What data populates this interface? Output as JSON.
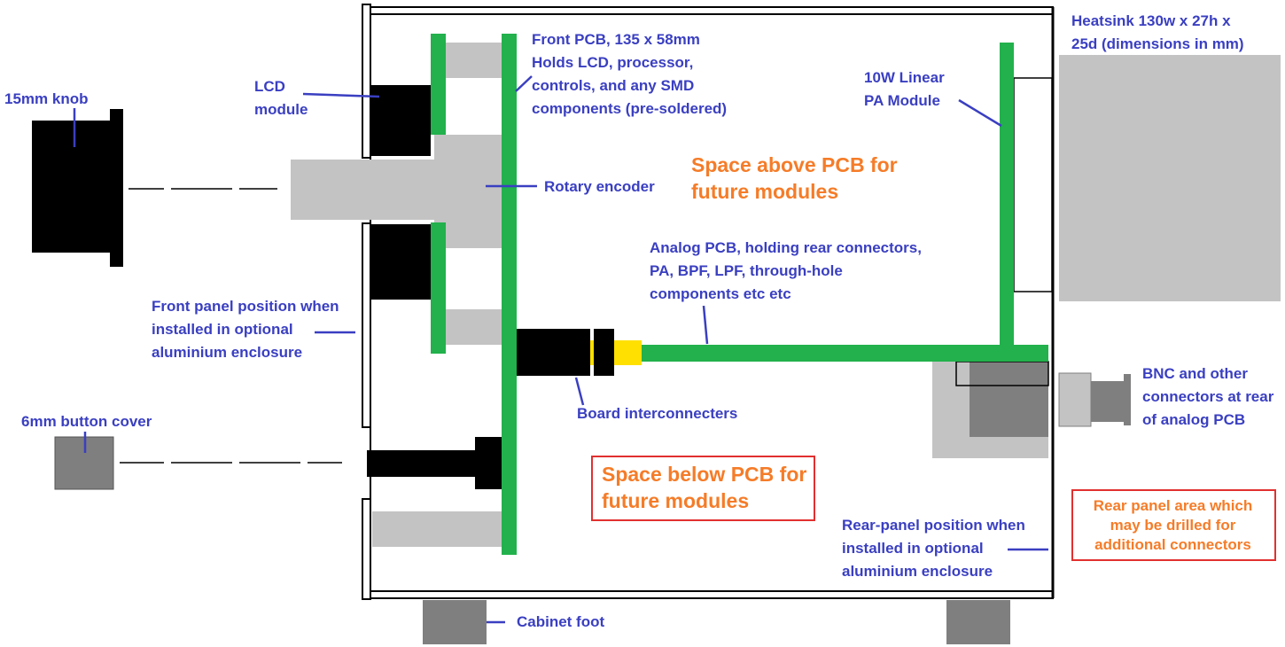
{
  "labels": {
    "knob": "15mm knob",
    "lcd": [
      "LCD",
      "module"
    ],
    "front_pcb": [
      "Front PCB, 135 x 58mm",
      "Holds LCD, processor,",
      "controls, and any SMD",
      "components (pre-soldered)"
    ],
    "rotary": "Rotary encoder",
    "space_above": [
      "Space above PCB for",
      "future modules"
    ],
    "pa_module": [
      "10W Linear",
      "PA Module"
    ],
    "heatsink": [
      "Heatsink 130w x 27h x",
      "25d (dimensions in mm)"
    ],
    "analog_pcb": [
      "Analog PCB, holding rear connectors,",
      "PA, BPF, LPF, through-hole",
      "components etc etc"
    ],
    "front_panel": [
      "Front panel position when",
      "installed in optional",
      "aluminium enclosure"
    ],
    "button_cover": "6mm button cover",
    "interconnect": "Board interconnecters",
    "bnc": [
      "BNC and other",
      "connectors at rear",
      "of analog PCB"
    ],
    "space_below": [
      "Space below PCB for",
      "future modules"
    ],
    "rear_panel_pos": [
      "Rear-panel position when",
      "installed in optional",
      "aluminium enclosure"
    ],
    "rear_area": [
      "Rear panel area which",
      "may be drilled for",
      "additional connectors"
    ],
    "foot": "Cabinet foot"
  },
  "colors": {
    "pcb": "#22b14c",
    "component": "#000000",
    "mechanical": "#c3c3c3",
    "dark_grey": "#7f7f7f",
    "connector_pins": "#ffe000",
    "callout_blue": "#3a3fc1",
    "callout_orange": "#f57c28",
    "box_red": "#e1302f"
  }
}
